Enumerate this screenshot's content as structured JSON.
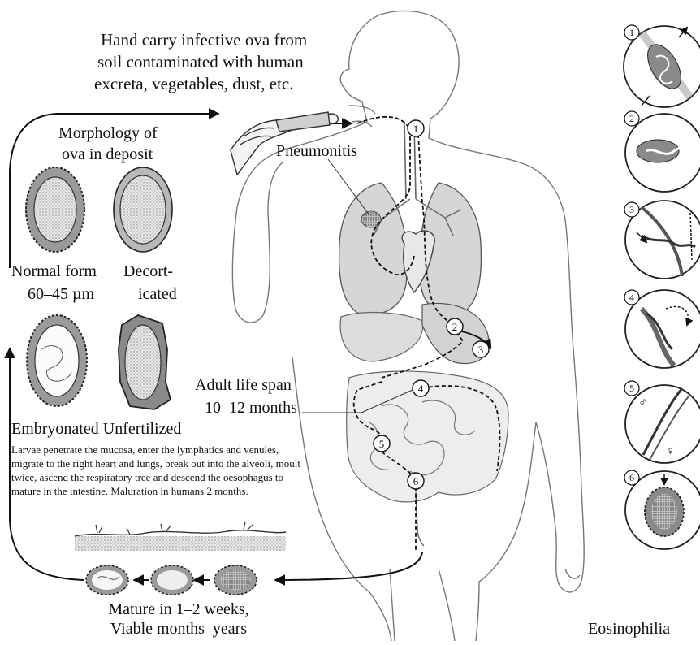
{
  "top_caption": {
    "line1": "Hand carry infective ova from",
    "line2": "soil contaminated with human",
    "line3": "excreta, vegetables, dust, etc."
  },
  "morphology": {
    "title_line1": "Morphology of",
    "title_line2": "ova in deposit",
    "normal_line1": "Normal form",
    "normal_line2": "60–45 µm",
    "decort_line1": "Decort-",
    "decort_line2": "icated",
    "bottom_label": "Embryonated Unfertilized"
  },
  "pneumonitis": "Pneumonitis",
  "adult_life": {
    "line1": "Adult life span",
    "line2": "10–12 months"
  },
  "larvae_note": "Larvae penetrate the mucosa, enter the lymphatics and venules, migrate to the right heart and lungs, break out into the alveoli, moult twice, ascend the respiratory tree and descend the oesophagus to mature in the intestine. Maluration in humans 2 months.",
  "soil_caption": {
    "line1": "Mature in 1–2 weeks,",
    "line2": "Viable months–years"
  },
  "eosinophilia": "Eosinophilia",
  "stage_numbers": [
    "1",
    "2",
    "3",
    "4",
    "5",
    "6"
  ],
  "inset_numbers": [
    "1",
    "2",
    "3",
    "4",
    "5",
    "6"
  ],
  "sex_symbols": {
    "male": "♂",
    "female": "♀"
  }
}
